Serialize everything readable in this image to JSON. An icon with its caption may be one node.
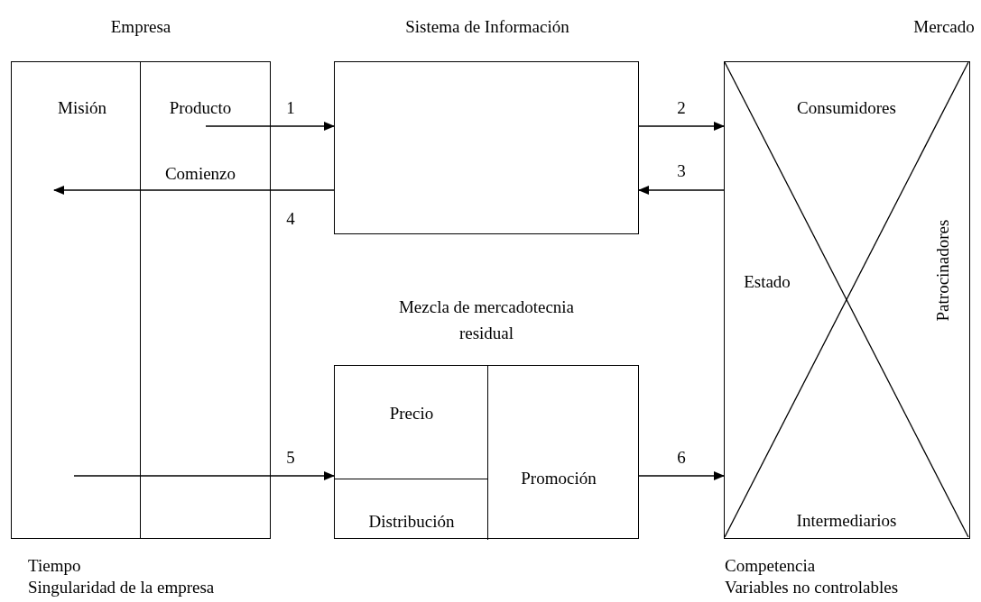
{
  "diagram": {
    "nodes": [
      {
        "text": [
          "Empresa"
        ],
        "beside": [
          "Tiempo",
          "Singularidad de la empresa"
        ]
      },
      {
        "text": [
          "Sistema de Información"
        ]
      },
      {
        "text": [
          "Mercado"
        ],
        "beside": [
          "Competencia",
          "Variables no controlables"
        ]
      },
      {
        "text": [],
        "shape": "box"
      },
      {
        "text": [
          "Precio",
          "Distribución"
        ],
        "in": 3
      },
      {
        "text": [
          "Promoción"
        ],
        "in": 3
      }
    ],
    "edges": [
      {
        "from": 0,
        "to": 1,
        "arrow": "to",
        "label": "1"
      },
      {
        "from": 1,
        "to": 2,
        "arrow": "to",
        "label": "2"
      },
      {
        "from": 2,
        "to": 1,
        "arrow": "to",
        "label": "3"
      },
      {
        "from": 1,
        "to": 0,
        "arrow": "to",
        "label": "4"
      },
      {
        "from": 0,
        "to": 4,
        "arrow": "to",
        "label": "5"
      },
      {
        "from": 5,
        "to": 2,
        "arrow": "to",
        "label": "6"
      }
    ],
    "labels": [
      "Misión",
      "Producto",
      "Comienzo",
      "Mezcla de mercadotecnia residual",
      "Consumidores",
      "Estado",
      "Patrocinadores",
      "Intermediarios"
    ]
  }
}
